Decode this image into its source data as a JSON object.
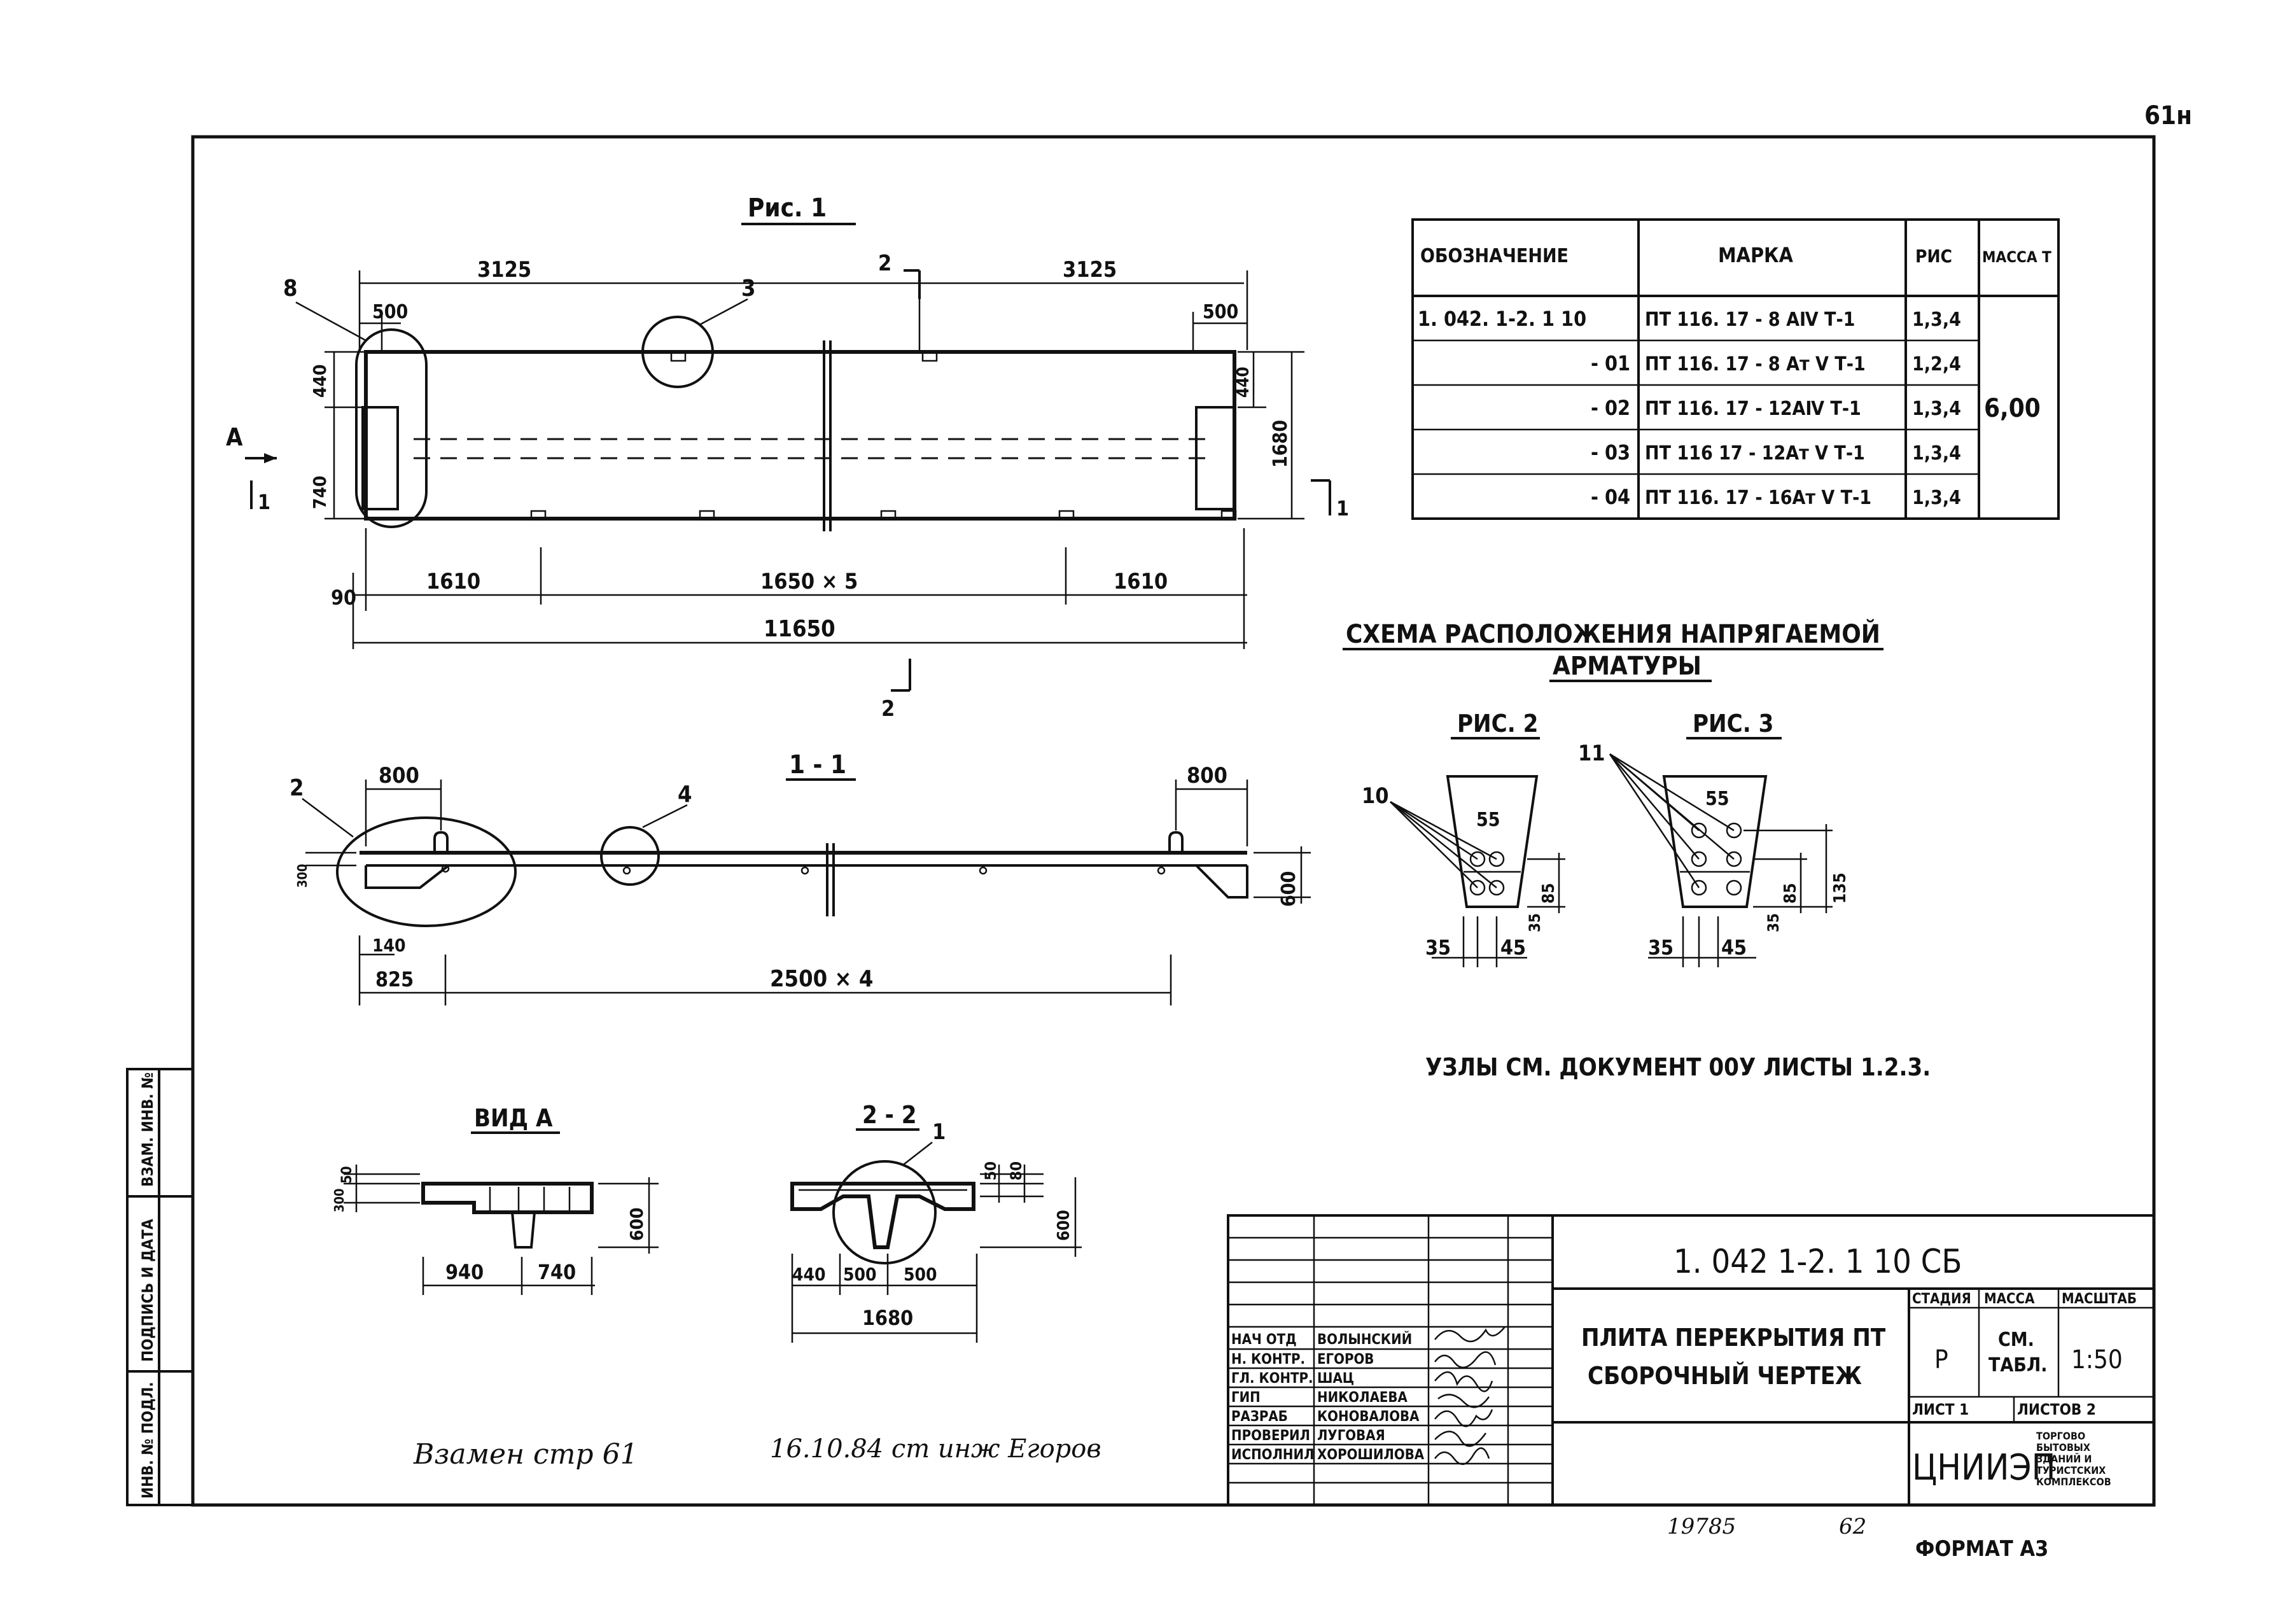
{
  "page_number": "61н",
  "figures": {
    "fig1": {
      "title": "Рис. 1",
      "dims_top": [
        "3125",
        "3125",
        "500",
        "500"
      ],
      "dims_side": [
        "440",
        "740",
        "440",
        "1680"
      ],
      "dims_bottom": [
        "90",
        "1610",
        "1650 × 5",
        "1610",
        "11650"
      ],
      "leaders": [
        "8",
        "3",
        "2",
        "2"
      ],
      "view_label": "А",
      "section_mark": "1"
    },
    "sec11": {
      "title": "1 - 1",
      "dims": [
        "800",
        "800",
        "600",
        "140",
        "825",
        "2500 × 4",
        "300"
      ],
      "leaders": [
        "2",
        "4"
      ]
    },
    "vidA": {
      "title": "ВИД А",
      "dims": [
        "50",
        "300",
        "600",
        "940",
        "740"
      ]
    },
    "sec22": {
      "title": "2 - 2",
      "dims": [
        "50",
        "80",
        "600",
        "440",
        "500",
        "500",
        "1680"
      ],
      "leaders": [
        "1"
      ]
    },
    "scheme": {
      "title_line1": "СХЕМА РАСПОЛОЖЕНИЯ НАПРЯГАЕМОЙ",
      "title_line2": "АРМАТУРЫ"
    },
    "fig2": {
      "title": "РИС. 2",
      "leader": "10",
      "dims": [
        "55",
        "85",
        "35",
        "35",
        "45"
      ]
    },
    "fig3": {
      "title": "РИС. 3",
      "leader": "11",
      "dims": [
        "55",
        "135",
        "85",
        "35",
        "35",
        "45"
      ]
    },
    "nodes_note": "УЗЛЫ  СМ. ДОКУМЕНТ 00У ЛИСТЫ 1.2.3."
  },
  "spec_table": {
    "headers": [
      "ОБОЗНАЧЕНИЕ",
      "МАРКА",
      "РИС",
      "МАССА Т"
    ],
    "rows": [
      {
        "code": "1. 042. 1-2. 1 10",
        "mark": "ПТ 116. 17 - 8 АⅣ Т-1",
        "fig": "1,3,4"
      },
      {
        "code": "- 01",
        "mark": "ПТ 116. 17 - 8 Ат Ⅴ Т-1",
        "fig": "1,2,4"
      },
      {
        "code": "- 02",
        "mark": "ПТ 116. 17 - 12АⅣ Т-1",
        "fig": "1,3,4"
      },
      {
        "code": "- 03",
        "mark": "ПТ 116 17 - 12Ат Ⅴ Т-1",
        "fig": "1,3,4"
      },
      {
        "code": "- 04",
        "mark": "ПТ 116. 17 - 16Ат Ⅴ Т-1",
        "fig": "1,3,4"
      }
    ],
    "mass": "6,00"
  },
  "title_block": {
    "doc_code": "1. 042 1-2. 1 10 СБ",
    "title_line1": "ПЛИТА ПЕРЕКРЫТИЯ ПТ",
    "title_line2": "СБОРОЧНЫЙ ЧЕРТЕЖ",
    "col_headers": [
      "СТАДИЯ",
      "МАССА",
      "МАСШТАБ"
    ],
    "stage": "Р",
    "mass_line1": "СМ.",
    "mass_line2": "ТАБЛ.",
    "scale": "1:50",
    "sheet": "ЛИСТ 1",
    "sheets": "ЛИСТОВ 2",
    "org": "ЦНИИЭП",
    "org_note": [
      "ТОРГОВО",
      "БЫТОВЫХ",
      "ЗДАНИЙ И",
      "ТУРИСТСКИХ",
      "КОМПЛЕКСОВ"
    ],
    "signatures": [
      {
        "role": "НАЧ ОТД",
        "name": "ВОЛЫНСКИЙ"
      },
      {
        "role": "Н. КОНТР.",
        "name": "ЕГОРОВ"
      },
      {
        "role": "ГЛ. КОНТР.",
        "name": "ШАЦ"
      },
      {
        "role": "ГИП",
        "name": "НИКОЛАЕВА"
      },
      {
        "role": "РАЗРАБ",
        "name": "КОНОВАЛОВА"
      },
      {
        "role": "ПРОВЕРИЛ",
        "name": "ЛУГОВАЯ"
      },
      {
        "role": "ИСПОЛНИЛ",
        "name": "ХОРОШИЛОВА"
      }
    ]
  },
  "left_margin": [
    "ИНВ. № ПОДЛ.",
    "ПОДПИСЬ И ДАТА",
    "ВЗАМ. ИНВ. №"
  ],
  "handwritten_note": "Взамен стр 61",
  "handwritten_date": "16.10.84 ст инж Егоров",
  "bottom_numbers": [
    "19785",
    "62"
  ],
  "format": "ФОРМАТ А3"
}
